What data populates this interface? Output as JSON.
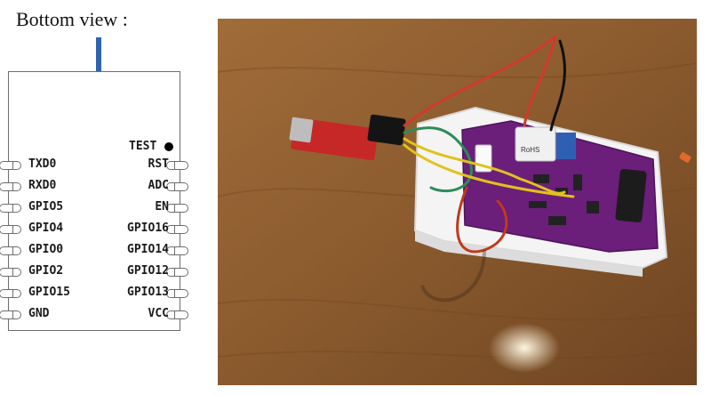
{
  "view_title": "Bottom view :",
  "pinout": {
    "test_label": "TEST",
    "left_pins": [
      "TXD0",
      "RXD0",
      "GPIO5",
      "GPIO4",
      "GPIO0",
      "GPIO2",
      "GPIO15",
      "GND"
    ],
    "right_pins": [
      "RST",
      "ADC",
      "EN",
      "GPIO16",
      "GPIO14",
      "GPIO12",
      "GPIO13",
      "VCC"
    ]
  },
  "photo": {
    "module_marking": "RoHS",
    "colors": {
      "table": "#8a5a2e",
      "pcb": "#6b1e7a",
      "usb_adapter": "#c62828",
      "enclosure": "#f2f2f2"
    }
  }
}
